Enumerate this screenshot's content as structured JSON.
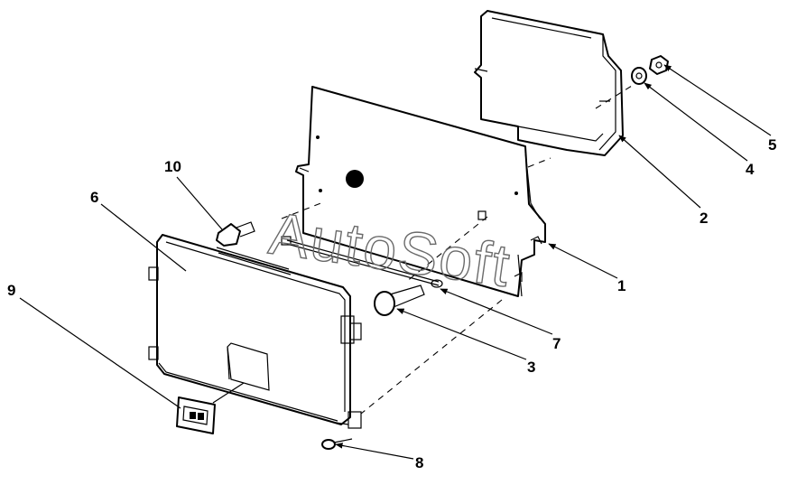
{
  "watermark": "AutoSoft",
  "callouts": [
    {
      "id": "1",
      "label": "1"
    },
    {
      "id": "2",
      "label": "2"
    },
    {
      "id": "3",
      "label": "3"
    },
    {
      "id": "4",
      "label": "4"
    },
    {
      "id": "5",
      "label": "5"
    },
    {
      "id": "6",
      "label": "6"
    },
    {
      "id": "7",
      "label": "7"
    },
    {
      "id": "8",
      "label": "8"
    },
    {
      "id": "9",
      "label": "9"
    },
    {
      "id": "10",
      "label": "10"
    }
  ]
}
